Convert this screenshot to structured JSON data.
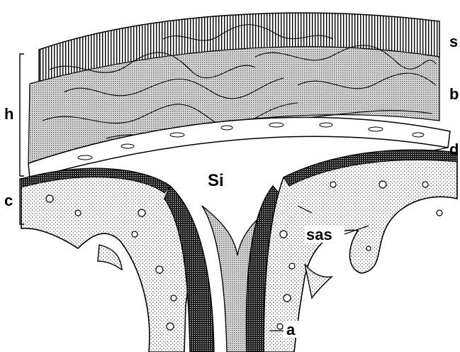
{
  "labels": {
    "s": "s",
    "b": "b",
    "h": "h",
    "c": "c",
    "d": "d",
    "si": "Si",
    "sas": "sas",
    "a": "a"
  },
  "colors": {
    "ink": "#000000",
    "paper": "#ffffff",
    "stipple": "#7a7a7a",
    "dense": "#2a2a2a"
  }
}
